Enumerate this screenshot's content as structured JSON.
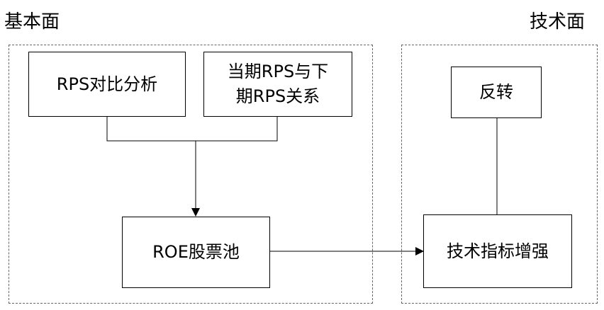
{
  "sections": {
    "fundamental": {
      "title": "基本面"
    },
    "technical": {
      "title": "技术面"
    }
  },
  "nodes": {
    "rps_compare": {
      "label": "RPS对比分析"
    },
    "rps_relation": {
      "line1": "当期RPS与下",
      "line2": "期RPS关系"
    },
    "roe_pool": {
      "label": "ROE股票池"
    },
    "reversal": {
      "label": "反转"
    },
    "tech_enhance": {
      "label": "技术指标增强"
    }
  },
  "edges": [
    {
      "from": "rps_compare",
      "to": "roe_pool",
      "arrow": true
    },
    {
      "from": "rps_relation",
      "to": "roe_pool",
      "arrow": true
    },
    {
      "from": "roe_pool",
      "to": "tech_enhance",
      "arrow": true
    },
    {
      "from": "reversal",
      "to": "tech_enhance",
      "arrow": false
    }
  ]
}
